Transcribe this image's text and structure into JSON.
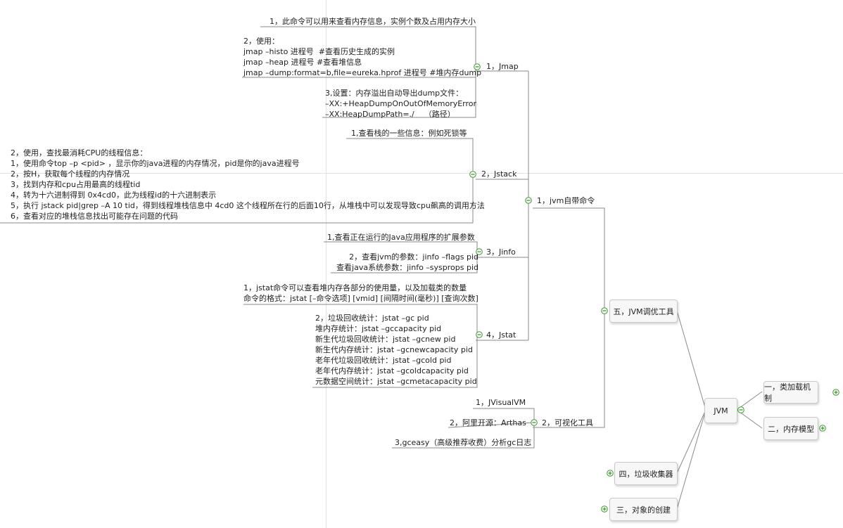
{
  "root": {
    "label": "JVM"
  },
  "branches": {
    "class_loading": "一，类加载机制",
    "memory_model": "二，内存模型",
    "object_creation": "三，对象的创建",
    "gc": "四，垃圾收集器",
    "tuning": "五，JVM调优工具"
  },
  "tuning": {
    "builtin": "1，jvm自带命令",
    "visual": "2，可视化工具"
  },
  "jmap": {
    "label": "1，Jmap",
    "notes": [
      "1，此命令可以用来查看内存信息，实例个数及占用内存大小",
      "2，使用：\njmap –histo 进程号  #查看历史生成的实例\njmap –heap 进程号 #查看堆信息\njmap –dump:format=b,file=eureka.hprof 进程号 #堆内存dump",
      "3,设置：内存溢出自动导出dump文件：\n–XX:+HeapDumpOnOutOfMemoryError\n–XX:HeapDumpPath=./    （路径）"
    ]
  },
  "jstack": {
    "label": "2，Jstack",
    "notes": [
      "1,查看栈的一些信息：例如死锁等",
      "2，使用，查找最消耗CPU的线程信息：\n1，使用命令top –p <pid> ，显示你的java进程的内存情况，pid是你的java进程号\n2，按H，获取每个线程的内存情况\n3，找到内存和cpu占用最高的线程tid\n4，转为十六进制得到 0x4cd0，此为线程id的十六进制表示\n5，执行 jstack pid|grep –A 10 tid，得到线程堆栈信息中 4cd0 这个线程所在行的后面10行，从堆栈中可以发现导致cpu飙高的调用方法\n6，查看对应的堆栈信息找出可能存在问题的代码"
    ]
  },
  "jinfo": {
    "label": "3，Jinfo",
    "notes": [
      "1,查看正在运行的Java应用程序的扩展参数",
      "2，查看jvm的参数：jinfo –flags pid\n查看java系统参数：jinfo –sysprops pid"
    ]
  },
  "jstat": {
    "label": "4，Jstat",
    "notes": [
      "1，jstat命令可以查看堆内存各部分的使用量，以及加载类的数量\n命令的格式：jstat [–命令选项] [vmid] [间隔时间(毫秒)] [查询次数]",
      "2，垃圾回收统计：jstat –gc pid\n堆内存统计：jstat –gccapacity pid\n新生代垃圾回收统计：jstat –gcnew pid\n新生代内存统计：jstat –gcnewcapacity pid\n老年代垃圾回收统计：jstat –gcold pid\n老年代内存统计：jstat –gcoldcapacity pid\n元数据空间统计：jstat –gcmetacapacity pid"
    ]
  },
  "visual": {
    "items": [
      "1，JVisualVM",
      "2，阿里开源：Arthas",
      "3,gceasy（高级推荐收费）分析gc日志"
    ]
  },
  "colors": {
    "line": "#8a8a8a",
    "toggle": "#3c9a2e",
    "guide": "#e2e2e2"
  }
}
